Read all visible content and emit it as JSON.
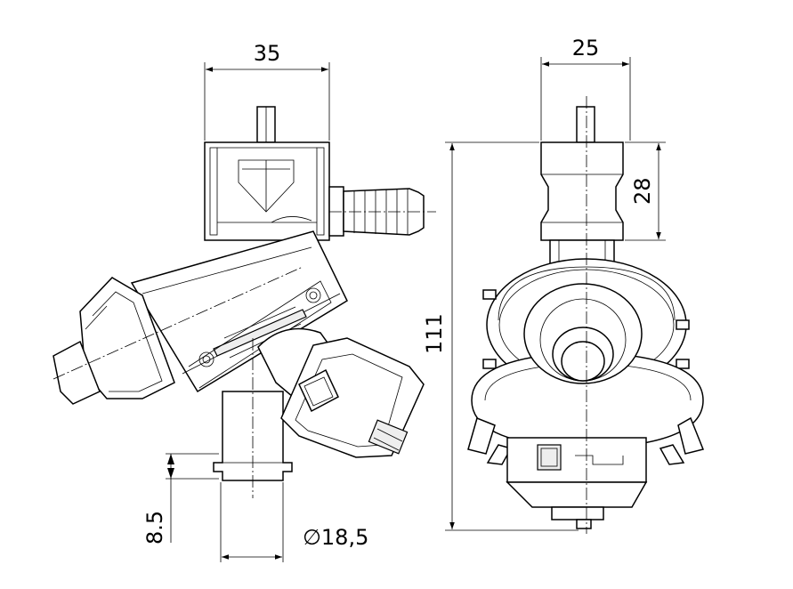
{
  "dimensions": {
    "left_width": "35",
    "right_width": "25",
    "total_height": "111",
    "top_height": "28",
    "outlet_length": "8.5",
    "outlet_diameter": "∅18,5"
  }
}
